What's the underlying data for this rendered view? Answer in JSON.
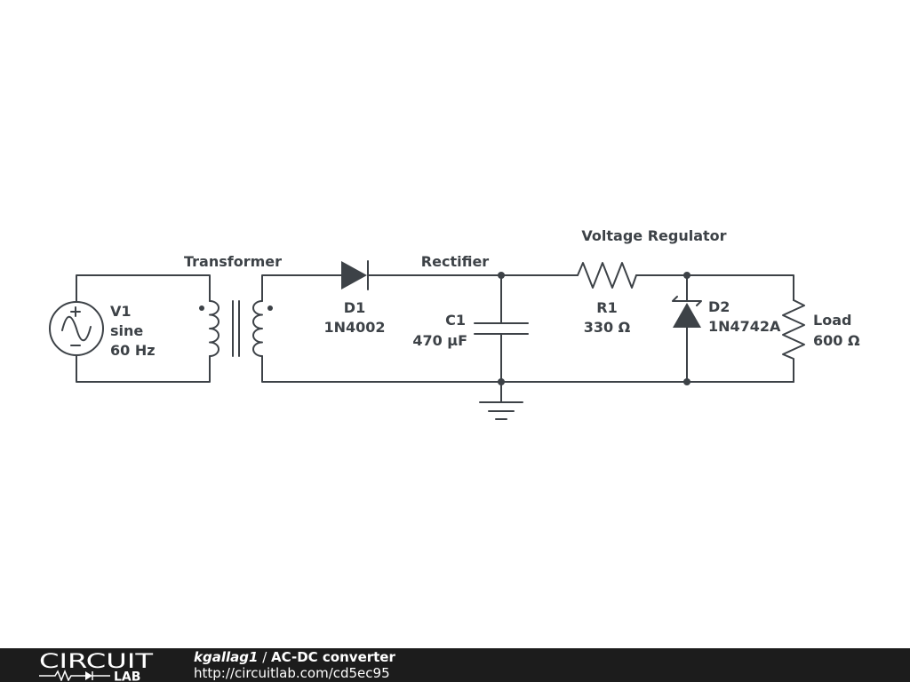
{
  "schematic": {
    "section_labels": {
      "transformer": "Transformer",
      "rectifier": "Rectifier",
      "voltage_regulator": "Voltage Regulator"
    },
    "components": {
      "v1": {
        "name": "V1",
        "type": "sine",
        "frequency": "60 Hz"
      },
      "d1": {
        "name": "D1",
        "part": "1N4002"
      },
      "c1": {
        "name": "C1",
        "value": "470 µF"
      },
      "r1": {
        "name": "R1",
        "value": "330 Ω"
      },
      "d2": {
        "name": "D2",
        "part": "1N4742A"
      },
      "load": {
        "name": "Load",
        "value": "600 Ω"
      }
    },
    "colors": {
      "ink": "#3d4247",
      "background": "#ffffff"
    }
  },
  "footer": {
    "logo_top": "CIRCUIT",
    "logo_bottom": "LAB",
    "author": "kgallag1",
    "separator": "/",
    "title": "AC-DC converter",
    "url": "http://circuitlab.com/cd5ec95",
    "background": "#1c1c1c"
  }
}
